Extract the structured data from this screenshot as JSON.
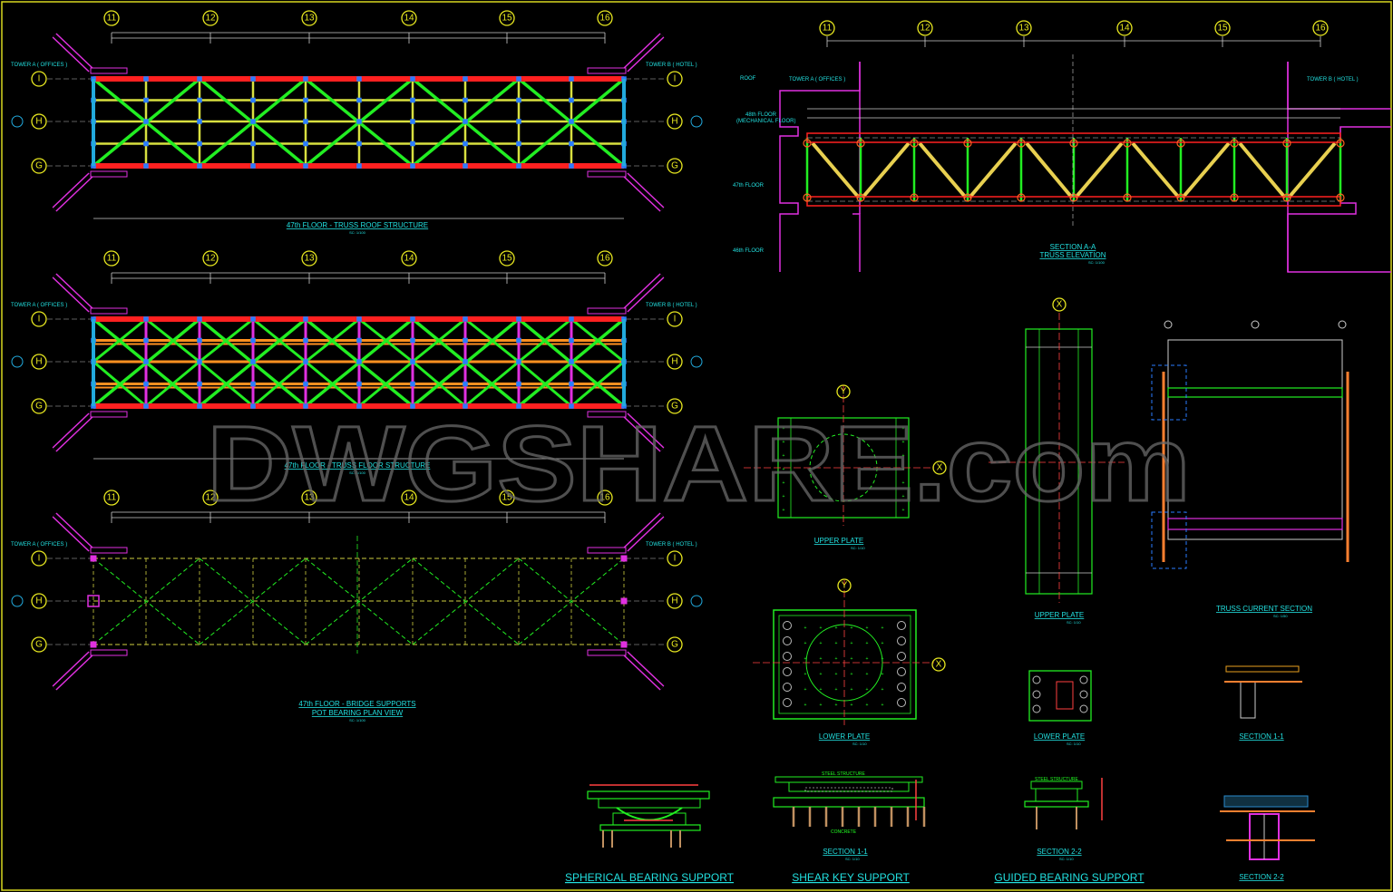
{
  "watermark": "DWGSHARE.com",
  "grid_columns": [
    "11",
    "12",
    "13",
    "14",
    "15",
    "16"
  ],
  "grid_rows": [
    "I",
    "H",
    "G"
  ],
  "towers": {
    "a": "TOWER A ( OFFICES )",
    "b": "TOWER B ( HOTEL )"
  },
  "plans": [
    {
      "title": "47th FLOOR - TRUSS ROOF STRUCTURE",
      "scale": "SC: 1/100"
    },
    {
      "title": "47th FLOOR - TRUSS FLOOR STRUCTURE",
      "scale": "SC: 1/100"
    },
    {
      "title": "47th FLOOR - BRIDGE SUPPORTS",
      "subtitle": "POT BEARING PLAN VIEW",
      "scale": "SC: 1/100"
    }
  ],
  "elevation": {
    "title": "SECTION A-A",
    "subtitle": "TRUSS ELEVATION",
    "scale": "SC: 1/100",
    "levels": [
      "ROOF",
      "48th FLOOR",
      "(MECHANICAL FLOOR)",
      "47th FLOOR",
      "46th FLOOR"
    ]
  },
  "details": {
    "upper_plate_1": {
      "title": "UPPER PLATE",
      "scale": "SC: 1/10"
    },
    "lower_plate_1": {
      "title": "LOWER PLATE",
      "scale": "SC: 1/10"
    },
    "upper_plate_2": {
      "title": "UPPER PLATE",
      "scale": "SC: 1/10"
    },
    "lower_plate_2": {
      "title": "LOWER PLATE",
      "scale": "SC: 1/10"
    },
    "truss_section": {
      "title": "TRUSS CURRENT SECTION",
      "scale": "SC: 1/50"
    },
    "section_1_1_small": {
      "title": "SECTION 1-1"
    },
    "section_2_2_small": {
      "title": "SECTION 2-2"
    },
    "shear_section": {
      "title": "SECTION 1-1",
      "scale": "SC: 1/10",
      "steel": "STEEL STRUCTURE",
      "concrete": "CONCRETE"
    },
    "guided_section": {
      "title": "SECTION 2-2",
      "scale": "SC: 1/10",
      "steel": "STEEL STRUCTURE"
    },
    "axis_x": "X",
    "axis_y": "Y"
  },
  "support_titles": {
    "spherical": "SPHERICAL BEARING SUPPORT",
    "shear_key": "SHEAR KEY SUPPORT",
    "guided": "GUIDED BEARING SUPPORT"
  },
  "colors": {
    "chord": "#ff2020",
    "diagonal": "#22ee22",
    "purlin": "#d8e040",
    "wall": "#e030e0",
    "text": "#22e0e0",
    "grid": "#e8e820",
    "border": "#d8d820"
  }
}
